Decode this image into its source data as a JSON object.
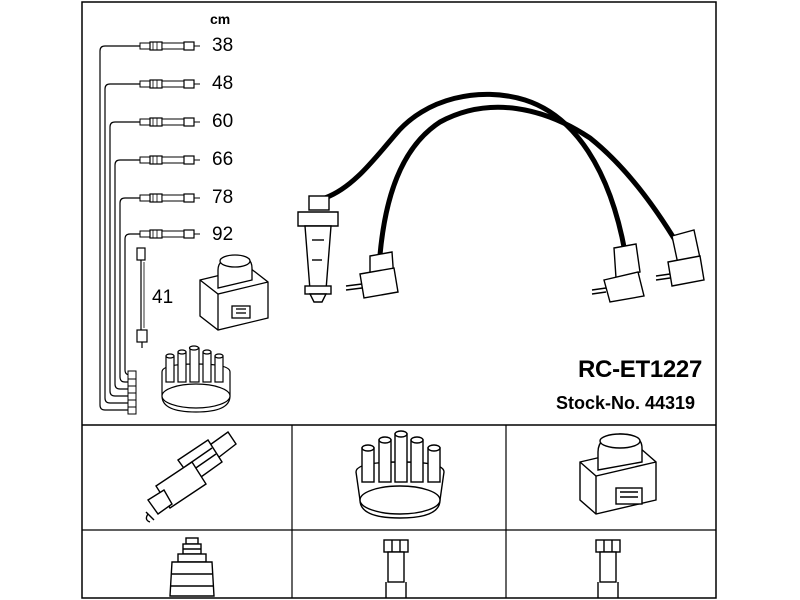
{
  "header": {
    "unit_label": "cm",
    "part_number": "RC-ET1227",
    "stock_label": "Stock-No. 44319"
  },
  "lengths": [
    {
      "value": "38"
    },
    {
      "value": "48"
    },
    {
      "value": "60"
    },
    {
      "value": "66"
    },
    {
      "value": "78"
    },
    {
      "value": "92"
    }
  ],
  "coil_lead": {
    "value": "41"
  },
  "components": {
    "top_row": [
      "spark-plug-icon",
      "distributor-cap-icon",
      "ignition-coil-icon"
    ],
    "bottom_row": [
      "plug-connector-icon",
      "straight-terminal-icon",
      "straight-terminal-icon"
    ]
  }
}
